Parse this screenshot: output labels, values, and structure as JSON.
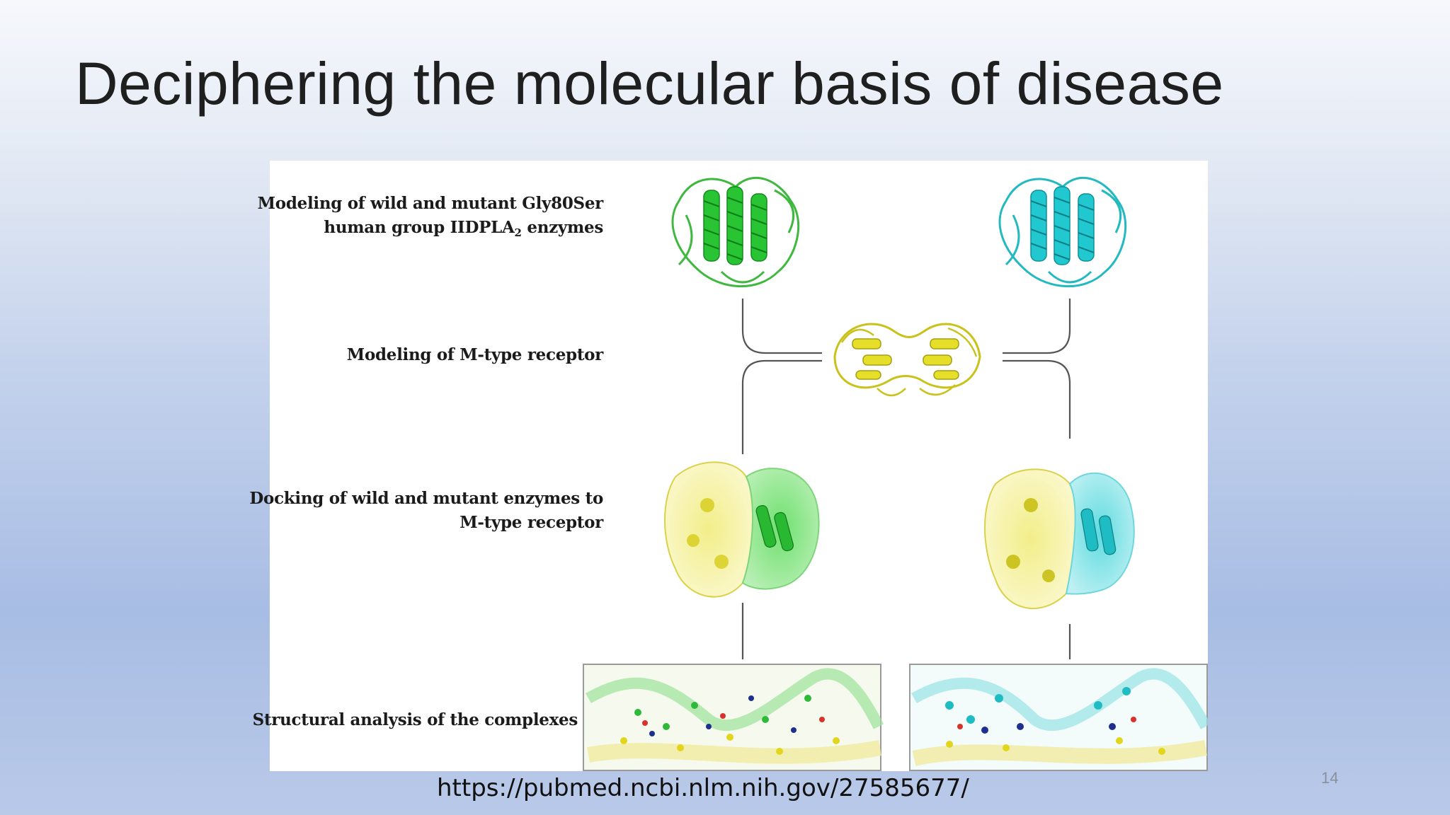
{
  "slide": {
    "title": "Deciphering the molecular basis of disease",
    "source_url": "https://pubmed.ncbi.nlm.nih.gov/27585677/",
    "page_number": "14"
  },
  "figure": {
    "steps": [
      {
        "line1": "Modeling of wild and mutant Gly80Ser",
        "line2_pre": "human group IIDPLA",
        "line2_sub": "2",
        "line2_post": " enzymes"
      },
      {
        "line1": "Modeling of M-type receptor"
      },
      {
        "line1": "Docking of wild and mutant enzymes to",
        "line2": "M-type receptor"
      },
      {
        "line1": "Structural analysis of the complexes"
      }
    ],
    "colors": {
      "wild_type_enzyme": "#2fc43a",
      "mutant_enzyme": "#22c8cf",
      "receptor": "#e6df2a",
      "connector": "#555555"
    },
    "icons": [
      "wild-enzyme-ribbon",
      "mutant-enzyme-ribbon",
      "receptor-ribbon",
      "wild-complex-surface",
      "mutant-complex-surface",
      "wild-interface-detail",
      "mutant-interface-detail"
    ]
  }
}
